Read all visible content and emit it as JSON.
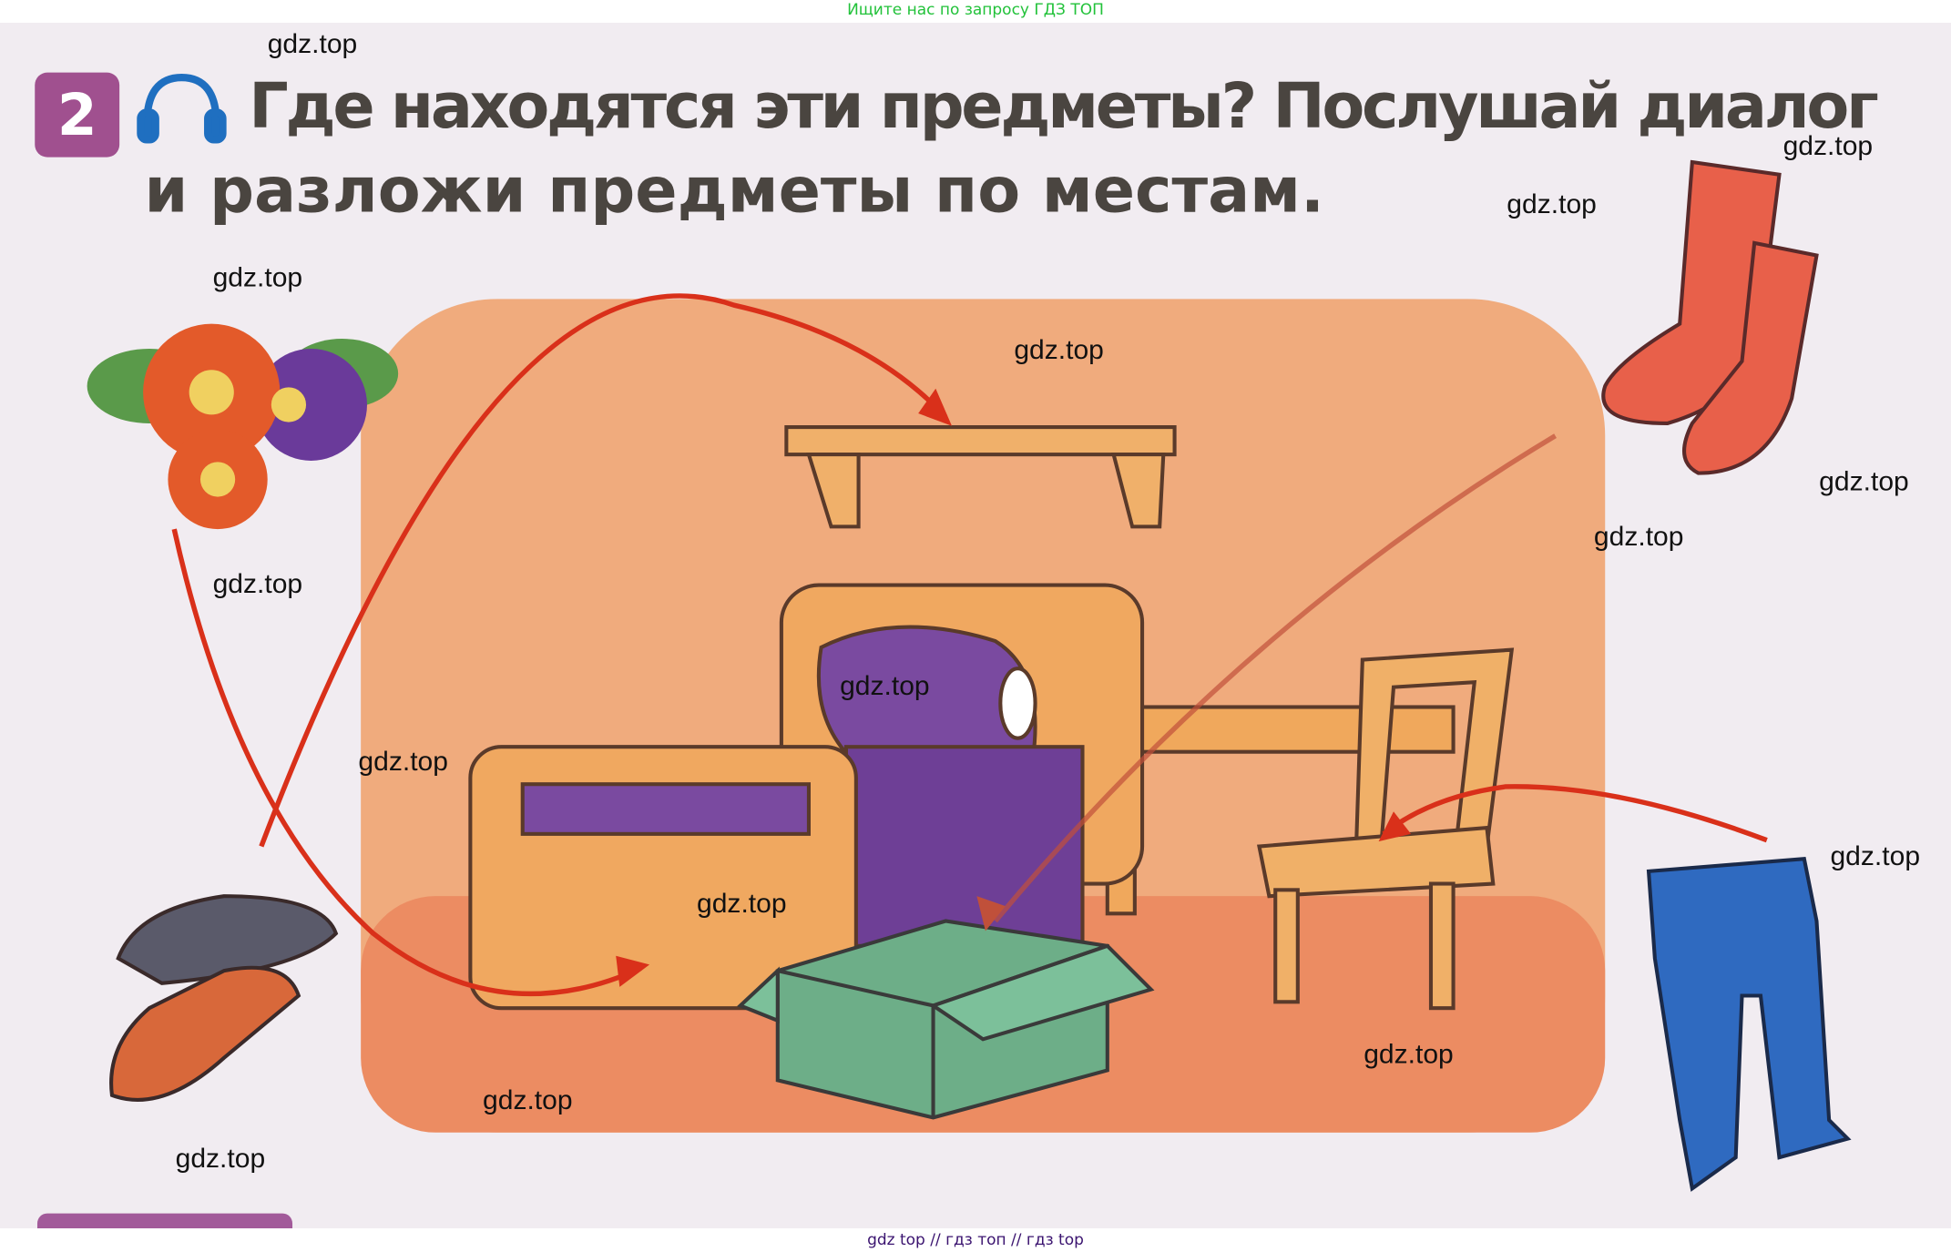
{
  "top_banner": "Ищите нас по запросу ГДЗ ТОП",
  "bottom_banner": "gdz top  //  гдз топ  //  гдз top",
  "exercise": {
    "number": "2",
    "title_line1": "Где  находятся  эти  предметы?  Послушай  диалог",
    "title_line2": "и  разложи  предметы  по  местам."
  },
  "watermark": "gdz.top",
  "colors": {
    "arrow": "#d9301a",
    "badge": "#a0508f",
    "background": "#f1ecf1"
  }
}
